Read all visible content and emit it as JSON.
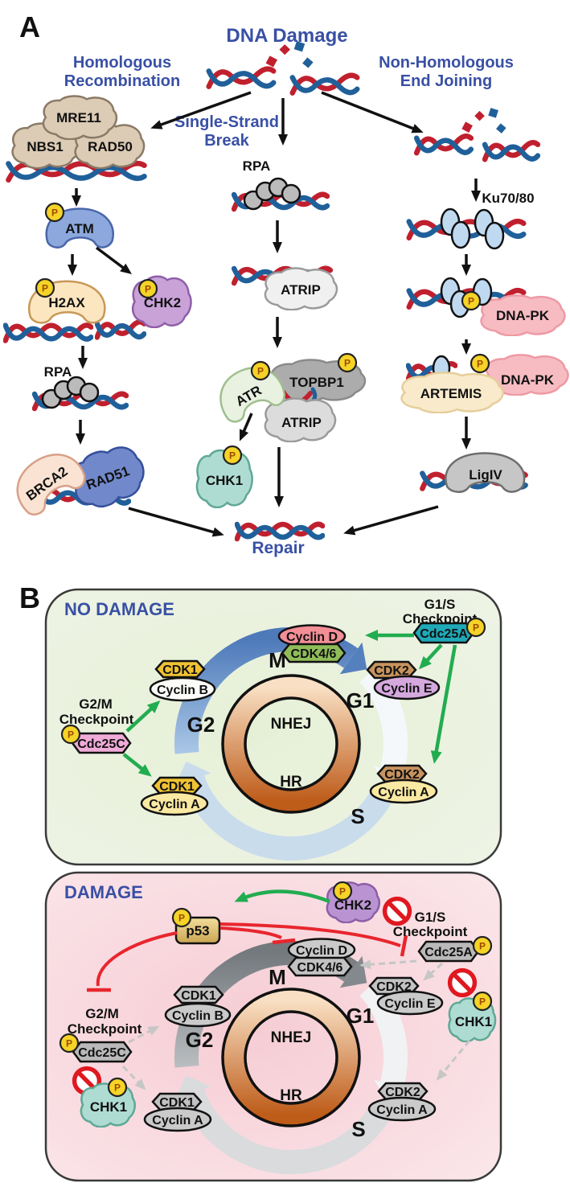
{
  "panel_a": {
    "label": "A",
    "title": "DNA Damage",
    "branch_hr_1": "Homologous",
    "branch_hr_2": "Recombination",
    "branch_ssb_1": "Single-Strand",
    "branch_ssb_2": "Break",
    "branch_nhej_1": "Non-Homologous",
    "branch_nhej_2": "End Joining",
    "mre11": "MRE11",
    "nbs1": "NBS1",
    "rad50": "RAD50",
    "atm": "ATM",
    "h2ax": "H2AX",
    "chk2": "CHK2",
    "rpa": "RPA",
    "brca2": "BRCA2",
    "rad51": "RAD51",
    "atrip": "ATRIP",
    "atr": "ATR",
    "topbp1": "TOPBP1",
    "chk1": "CHK1",
    "ku": "Ku70/80",
    "dnapk": "DNA-PK",
    "artemis": "ARTEMIS",
    "ligiv": "LigIV",
    "repair": "Repair"
  },
  "panel_b": {
    "label": "B",
    "no_damage_title": "NO DAMAGE",
    "damage_title": "DAMAGE",
    "g1s_1": "G1/S",
    "g1s_2": "Checkpoint",
    "g2m_1": "G2/M",
    "g2m_2": "Checkpoint",
    "cdc25a": "Cdc25A",
    "cdc25c": "Cdc25C",
    "chk1": "CHK1",
    "chk2": "CHK2",
    "p53": "p53",
    "cdk1": "CDK1",
    "cdk2": "CDK2",
    "cdk46": "CDK4/6",
    "cyclin_a": "Cyclin A",
    "cyclin_b": "Cyclin B",
    "cyclin_d": "Cyclin D",
    "cyclin_e": "Cyclin E",
    "phase_m": "M",
    "phase_g1": "G1",
    "phase_g2": "G2",
    "phase_s": "S",
    "ring_nhej": "NHEJ",
    "ring_hr": "HR"
  },
  "misc": {
    "p_label": "P"
  },
  "colors": {
    "label_blue": "#3950A5",
    "arrow_green": "#22AC50",
    "inhibit_red": "#E8262E",
    "helix_red": "#C0202E",
    "helix_blue": "#20609A",
    "phospho_yellow": "#F5D327",
    "no_damage_bg": "#E9F1DC",
    "damage_bg": "#F8D8DE",
    "cycle_blue": "#6E9ACF",
    "ring_orange": "#BE5C1A"
  }
}
